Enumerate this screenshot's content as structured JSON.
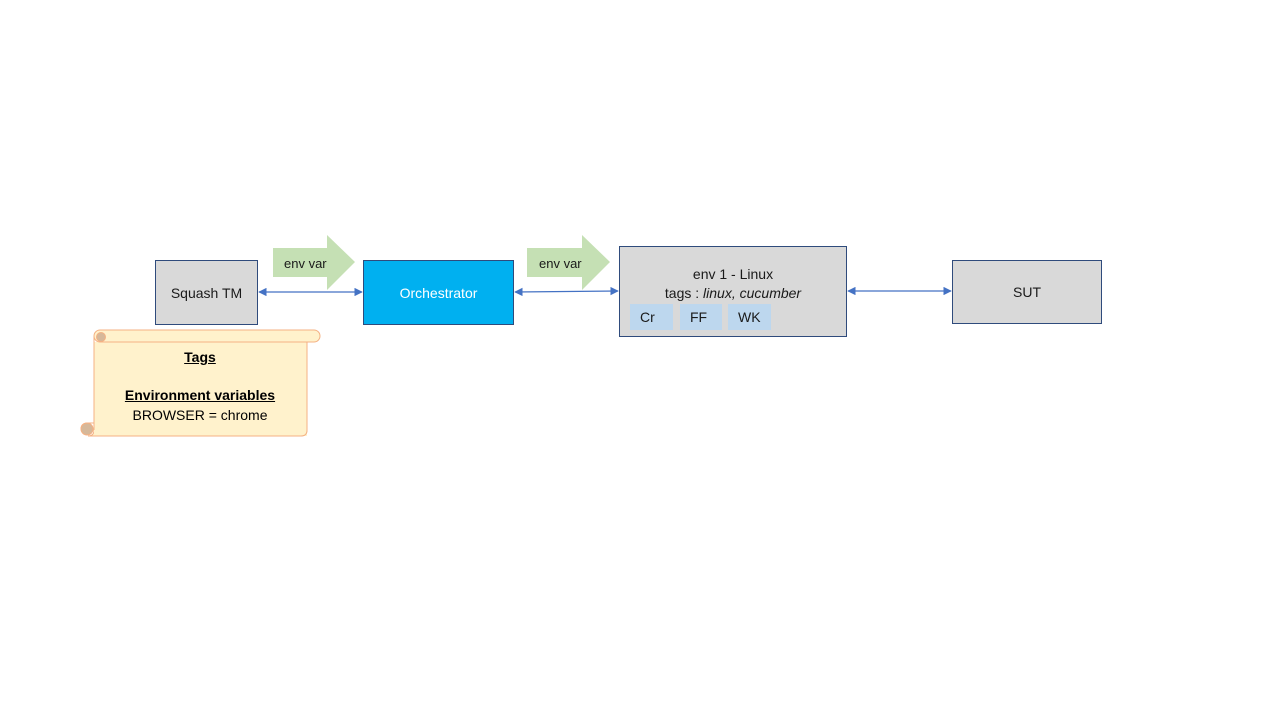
{
  "nodes": {
    "squash": {
      "label": "Squash TM"
    },
    "orchestrator": {
      "label": "Orchestrator"
    },
    "env": {
      "title": "env 1 - Linux",
      "tags_prefix": "tags : ",
      "tags_values": "linux, cucumber",
      "browsers": [
        "Cr",
        "FF",
        "WK"
      ]
    },
    "sut": {
      "label": "SUT"
    }
  },
  "flow_arrows": [
    {
      "label": "env var"
    },
    {
      "label": "env var"
    }
  ],
  "scroll_note": {
    "tags_heading": "Tags",
    "envvars_heading": "Environment variables",
    "browser_line": "BROWSER = chrome"
  },
  "colors": {
    "node_fill": "#d9d9d9",
    "node_border": "#2f4b7c",
    "orchestrator_fill": "#00b0f0",
    "browser_fill": "#bdd7ee",
    "env_arrow_fill": "#c5e0b4",
    "connector": "#4472c4",
    "scroll_fill": "#fff2cc",
    "scroll_border": "#f4b183"
  }
}
